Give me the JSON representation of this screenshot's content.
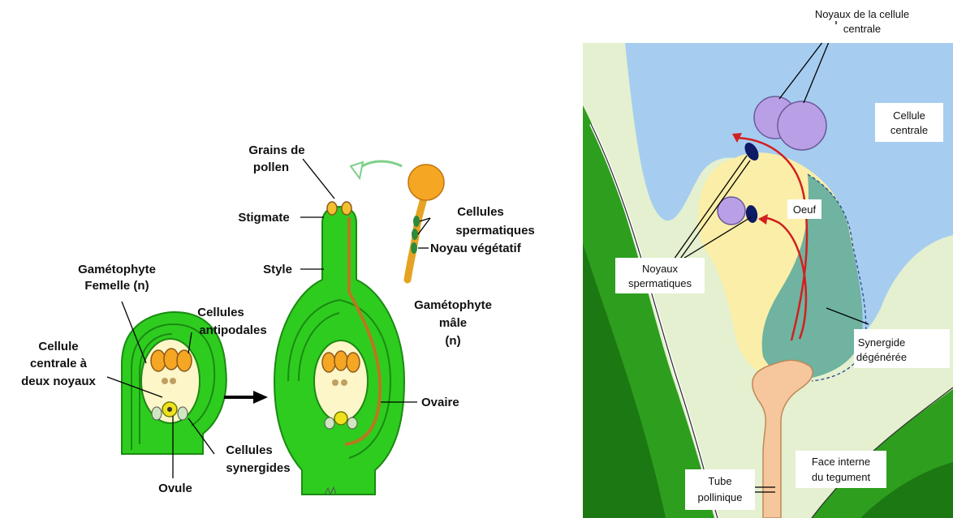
{
  "left_diagram": {
    "labels": {
      "gametophyte_femelle_1": "Gamétophyte",
      "gametophyte_femelle_2": "Femelle (n)",
      "cellules_antipodales_1": "Cellules",
      "cellules_antipodales_2": "antipodales",
      "cellule_centrale_1": "Cellule",
      "cellule_centrale_2": "centrale à",
      "cellule_centrale_3": "deux noyaux",
      "cellules_synergides_1": "Cellules",
      "cellules_synergides_2": "synergides",
      "ovule": "Ovule",
      "grains_pollen_1": "Grains de",
      "grains_pollen_2": "pollen",
      "stigmate": "Stigmate",
      "style": "Style",
      "ovaire": "Ovaire",
      "cellules_spermatiques_1": "Cellules",
      "cellules_spermatiques_2": "spermatiques",
      "noyau_vegetatif": "Noyau végétatif",
      "gametophyte_male_1": "Gamétophyte",
      "gametophyte_male_2": "mâle",
      "gametophyte_male_3": "(n)"
    }
  },
  "right_diagram": {
    "labels": {
      "noyaux_cellule_centrale_1": "Noyaux de la cellule",
      "noyaux_cellule_centrale_2": "centrale",
      "cellule_centrale_1": "Cellule",
      "cellule_centrale_2": "centrale",
      "oeuf": "Oeuf",
      "noyaux_spermatiques_1": "Noyaux",
      "noyaux_spermatiques_2": "spermatiques",
      "synergide_degeneree_1": "Synergide",
      "synergide_degeneree_2": "dégénérée",
      "face_interne_1": "Face interne",
      "face_interne_2": "du tegument",
      "tube_pollinique_1": "Tube",
      "tube_pollinique_2": "pollinique"
    }
  },
  "colors": {
    "plant_green": "#2ecc1f",
    "dark_green": "#1a8a12",
    "sac_cream": "#fdf6c8",
    "pollen_orange": "#f5a623",
    "nucleus_purple": "#b9a0e6",
    "sperm_navy": "#0d1a66",
    "tube_peach": "#f6c79c",
    "synergid_teal": "#6fb3a0",
    "central_blue": "#a6cdf0",
    "egg_yellow": "#fbeea8",
    "arrow_red": "#d21f1f"
  }
}
